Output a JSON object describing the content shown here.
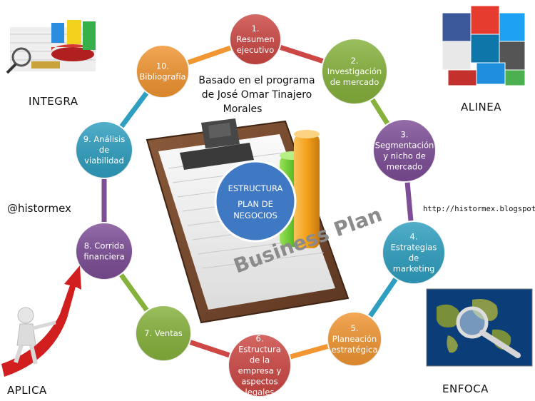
{
  "subtitle_lines": [
    "Basado en el programa",
    "de José Omar Tinajero",
    "Morales"
  ],
  "center": {
    "lines": [
      "ESTRUCTURA",
      "PLAN DE",
      "NEGOCIOS"
    ],
    "color": "#3f79c4"
  },
  "clipboard": {
    "text": "Business Plan"
  },
  "ring_color": "#cfcfcf",
  "nodes": [
    {
      "id": "resumen",
      "lines": [
        "1.",
        "Resumen",
        "ejecutivo"
      ],
      "color": "#cd4844"
    },
    {
      "id": "investigacion",
      "lines": [
        "2.",
        "Investigación",
        "de mercado"
      ],
      "color": "#86b23c"
    },
    {
      "id": "segmentacion",
      "lines": [
        "3.",
        "Segmentación",
        "y nicho de",
        "mercado"
      ],
      "color": "#7d4d96"
    },
    {
      "id": "estrategias",
      "lines": [
        "4.",
        "Estrategias",
        "de",
        "marketing"
      ],
      "color": "#2e9fc0"
    },
    {
      "id": "planeacion",
      "lines": [
        "5.",
        "Planeación",
        "estratégica"
      ],
      "color": "#f29632"
    },
    {
      "id": "estructura",
      "lines": [
        "6.",
        "Estructura",
        "de la",
        "empresa y",
        "aspectos",
        "legales"
      ],
      "color": "#cd4844"
    },
    {
      "id": "ventas",
      "lines": [
        "7. Ventas"
      ],
      "color": "#86b23c"
    },
    {
      "id": "corrida",
      "lines": [
        "8. Corrida",
        "financiera"
      ],
      "color": "#7d4d96"
    },
    {
      "id": "analisis",
      "lines": [
        "9. Análisis",
        "de",
        "viabilidad"
      ],
      "color": "#2e9fc0"
    },
    {
      "id": "bibliografia",
      "lines": [
        "10.",
        "Bibliografía"
      ],
      "color": "#f29632"
    }
  ],
  "corners": {
    "integra": "INTEGRA",
    "alinea": "ALINEA",
    "aplica": "APLICA",
    "enfoca": "ENFOCA"
  },
  "twitter": "@histormex",
  "blog_url": "http://histormex.blogspot.mx"
}
